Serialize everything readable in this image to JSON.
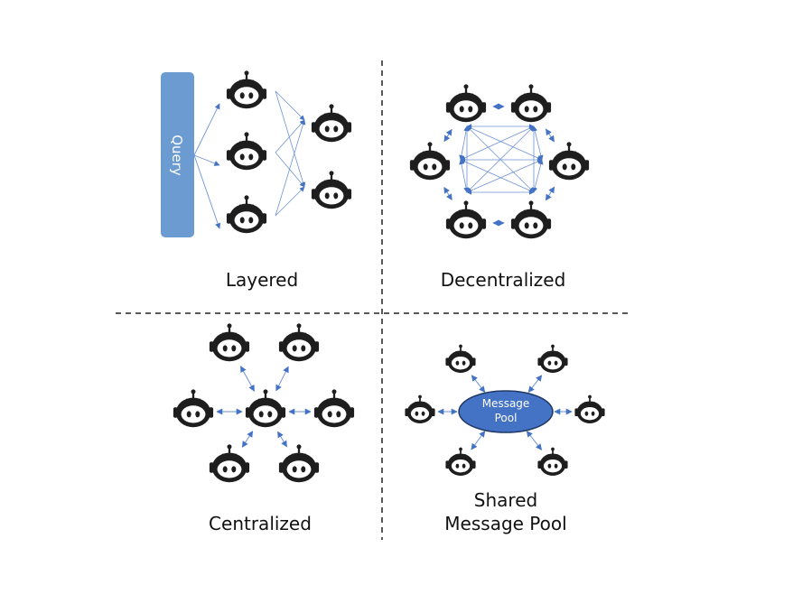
{
  "colors": {
    "edge": "#4472C4",
    "edge_thin": "#6E93D6",
    "query_fill": "#6C9BD1",
    "pool_fill": "#4472C4",
    "pool_border": "#1F3864",
    "robot": "#1E1E1E",
    "divider": "#222222",
    "text": "#111111"
  },
  "panels": {
    "layered": {
      "label": "Layered",
      "query_label": "Query",
      "layer1_agents": 3,
      "layer2_agents": 2,
      "connectivity": "query-to-layer1, layer1 fully connected to layer2 (directed)"
    },
    "decentralized": {
      "label": "Decentralized",
      "agents": 6,
      "connectivity": "all agents bidirectionally connected"
    },
    "centralized": {
      "label": "Centralized",
      "agents": 7,
      "hub_agents": 1,
      "connectivity": "hub agent bidirectionally connected to 6 peripheral agents"
    },
    "shared_pool": {
      "label_line1": "Shared",
      "label_line2": "Message Pool",
      "pool_line1": "Message",
      "pool_line2": "Pool",
      "agents": 6,
      "connectivity": "each agent bidirectionally connected to message pool"
    }
  }
}
